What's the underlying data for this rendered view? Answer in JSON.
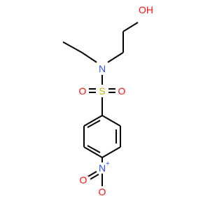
{
  "molecule": {
    "atoms": {
      "hydroxyl": "OH",
      "amine_n": "N",
      "sulfur": "S",
      "sulfonyl_o_left": "O",
      "sulfonyl_o_right": "O",
      "nitro_n": "N",
      "nitro_o_left": "O",
      "nitro_o_bottom": "O"
    },
    "charges": {
      "nitro_n": "+",
      "nitro_o": "-"
    }
  },
  "colors": {
    "bond": "#000000",
    "oxygen": "#ff0d0d",
    "nitrogen": "#3050f8",
    "sulfur": "#c8b400"
  }
}
